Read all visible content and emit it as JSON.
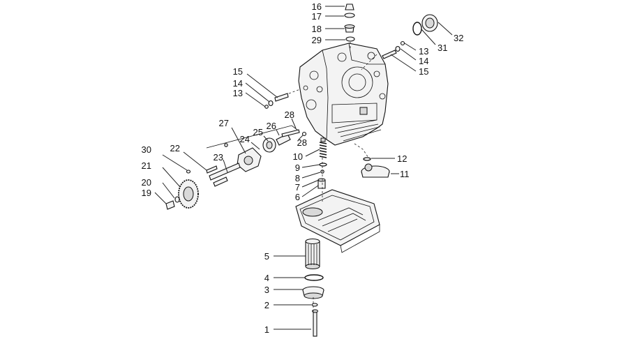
{
  "callouts": [
    {
      "id": "c1",
      "text": "1"
    },
    {
      "id": "c2",
      "text": "2"
    },
    {
      "id": "c3",
      "text": "3"
    },
    {
      "id": "c4",
      "text": "4"
    },
    {
      "id": "c5",
      "text": "5"
    },
    {
      "id": "c6",
      "text": "6"
    },
    {
      "id": "c7",
      "text": "7"
    },
    {
      "id": "c8",
      "text": "8"
    },
    {
      "id": "c9",
      "text": "9"
    },
    {
      "id": "c10",
      "text": "10"
    },
    {
      "id": "c11",
      "text": "11"
    },
    {
      "id": "c12",
      "text": "12"
    },
    {
      "id": "c13a",
      "text": "13"
    },
    {
      "id": "c14a",
      "text": "14"
    },
    {
      "id": "c15a",
      "text": "15"
    },
    {
      "id": "c13b",
      "text": "13"
    },
    {
      "id": "c14b",
      "text": "14"
    },
    {
      "id": "c15b",
      "text": "15"
    },
    {
      "id": "c16",
      "text": "16"
    },
    {
      "id": "c17",
      "text": "17"
    },
    {
      "id": "c18",
      "text": "18"
    },
    {
      "id": "c19",
      "text": "19"
    },
    {
      "id": "c20",
      "text": "20"
    },
    {
      "id": "c21",
      "text": "21"
    },
    {
      "id": "c22",
      "text": "22"
    },
    {
      "id": "c23",
      "text": "23"
    },
    {
      "id": "c24",
      "text": "24"
    },
    {
      "id": "c25",
      "text": "25"
    },
    {
      "id": "c26",
      "text": "26"
    },
    {
      "id": "c27",
      "text": "27"
    },
    {
      "id": "c28a",
      "text": "28"
    },
    {
      "id": "c28b",
      "text": "28"
    },
    {
      "id": "c29",
      "text": "29"
    },
    {
      "id": "c30",
      "text": "30"
    },
    {
      "id": "c31",
      "text": "31"
    },
    {
      "id": "c32",
      "text": "32"
    }
  ]
}
